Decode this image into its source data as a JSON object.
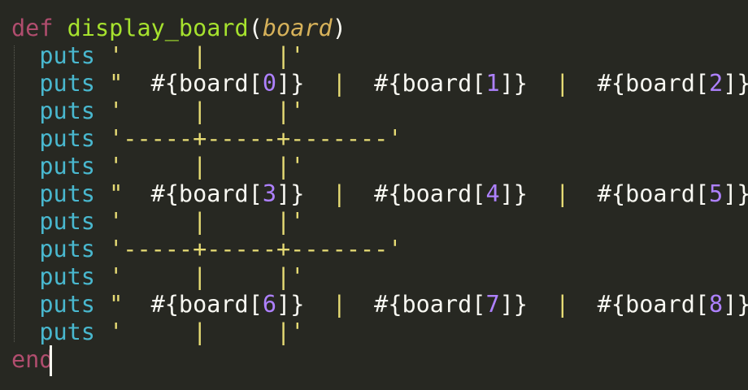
{
  "colors": {
    "background": "#272822",
    "foreground": "#f8f8f2",
    "keyword": "#d33682",
    "function_name": "#a6e22e",
    "parameter": "#fd971f",
    "builtin": "#66d9ef",
    "string": "#e6db74",
    "interpolation": "#f8f8f2",
    "number": "#ae81ff"
  },
  "code": {
    "lines": [
      [
        {
          "t": "def",
          "c": "#b04d6e"
        },
        {
          "t": " ",
          "c": "#f8f8f2"
        },
        {
          "t": "display_board",
          "c": "#a6e22e"
        },
        {
          "t": "(",
          "c": "#f8f8f2"
        },
        {
          "t": "board",
          "c": "#d7b25a",
          "i": true
        },
        {
          "t": ")",
          "c": "#f8f8f2"
        }
      ],
      [
        {
          "t": "  puts",
          "c": "#49b8cf"
        },
        {
          "t": " '",
          "c": "#e6db74"
        },
        {
          "t": "     |     |",
          "c": "#e6db74"
        },
        {
          "t": "'",
          "c": "#e6db74"
        }
      ],
      [
        {
          "t": "  puts",
          "c": "#49b8cf"
        },
        {
          "t": " \"",
          "c": "#e6db74"
        },
        {
          "t": "  #{board[",
          "c": "#f8f8f2"
        },
        {
          "t": "0",
          "c": "#ae81ff"
        },
        {
          "t": "]}",
          "c": "#f8f8f2"
        },
        {
          "t": "  |  ",
          "c": "#e6db74"
        },
        {
          "t": "#{board[",
          "c": "#f8f8f2"
        },
        {
          "t": "1",
          "c": "#ae81ff"
        },
        {
          "t": "]}",
          "c": "#f8f8f2"
        },
        {
          "t": "  |  ",
          "c": "#e6db74"
        },
        {
          "t": "#{board[",
          "c": "#f8f8f2"
        },
        {
          "t": "2",
          "c": "#ae81ff"
        },
        {
          "t": "]}",
          "c": "#f8f8f2"
        },
        {
          "t": " \"",
          "c": "#e6db74"
        }
      ],
      [
        {
          "t": "  puts",
          "c": "#49b8cf"
        },
        {
          "t": " '",
          "c": "#e6db74"
        },
        {
          "t": "     |     |",
          "c": "#e6db74"
        },
        {
          "t": "'",
          "c": "#e6db74"
        }
      ],
      [
        {
          "t": "  puts",
          "c": "#49b8cf"
        },
        {
          "t": " '",
          "c": "#e6db74"
        },
        {
          "t": "-----+-----+-------",
          "c": "#e6db74"
        },
        {
          "t": "'",
          "c": "#e6db74"
        }
      ],
      [
        {
          "t": "  puts",
          "c": "#49b8cf"
        },
        {
          "t": " '",
          "c": "#e6db74"
        },
        {
          "t": "     |     |",
          "c": "#e6db74"
        },
        {
          "t": "'",
          "c": "#e6db74"
        }
      ],
      [
        {
          "t": "  puts",
          "c": "#49b8cf"
        },
        {
          "t": " \"",
          "c": "#e6db74"
        },
        {
          "t": "  #{board[",
          "c": "#f8f8f2"
        },
        {
          "t": "3",
          "c": "#ae81ff"
        },
        {
          "t": "]}",
          "c": "#f8f8f2"
        },
        {
          "t": "  |  ",
          "c": "#e6db74"
        },
        {
          "t": "#{board[",
          "c": "#f8f8f2"
        },
        {
          "t": "4",
          "c": "#ae81ff"
        },
        {
          "t": "]}",
          "c": "#f8f8f2"
        },
        {
          "t": "  |  ",
          "c": "#e6db74"
        },
        {
          "t": "#{board[",
          "c": "#f8f8f2"
        },
        {
          "t": "5",
          "c": "#ae81ff"
        },
        {
          "t": "]}",
          "c": "#f8f8f2"
        },
        {
          "t": " \"",
          "c": "#e6db74"
        }
      ],
      [
        {
          "t": "  puts",
          "c": "#49b8cf"
        },
        {
          "t": " '",
          "c": "#e6db74"
        },
        {
          "t": "     |     |",
          "c": "#e6db74"
        },
        {
          "t": "'",
          "c": "#e6db74"
        }
      ],
      [
        {
          "t": "  puts",
          "c": "#49b8cf"
        },
        {
          "t": " '",
          "c": "#e6db74"
        },
        {
          "t": "-----+-----+-------",
          "c": "#e6db74"
        },
        {
          "t": "'",
          "c": "#e6db74"
        }
      ],
      [
        {
          "t": "  puts",
          "c": "#49b8cf"
        },
        {
          "t": " '",
          "c": "#e6db74"
        },
        {
          "t": "     |     |",
          "c": "#e6db74"
        },
        {
          "t": "'",
          "c": "#e6db74"
        }
      ],
      [
        {
          "t": "  puts",
          "c": "#49b8cf"
        },
        {
          "t": " \"",
          "c": "#e6db74"
        },
        {
          "t": "  #{board[",
          "c": "#f8f8f2"
        },
        {
          "t": "6",
          "c": "#ae81ff"
        },
        {
          "t": "]}",
          "c": "#f8f8f2"
        },
        {
          "t": "  |  ",
          "c": "#e6db74"
        },
        {
          "t": "#{board[",
          "c": "#f8f8f2"
        },
        {
          "t": "7",
          "c": "#ae81ff"
        },
        {
          "t": "]}",
          "c": "#f8f8f2"
        },
        {
          "t": "  |  ",
          "c": "#e6db74"
        },
        {
          "t": "#{board[",
          "c": "#f8f8f2"
        },
        {
          "t": "8",
          "c": "#ae81ff"
        },
        {
          "t": "]}",
          "c": "#f8f8f2"
        },
        {
          "t": " \"",
          "c": "#e6db74"
        }
      ],
      [
        {
          "t": "  puts",
          "c": "#49b8cf"
        },
        {
          "t": " '",
          "c": "#e6db74"
        },
        {
          "t": "     |     |",
          "c": "#e6db74"
        },
        {
          "t": "'",
          "c": "#e6db74"
        }
      ],
      [
        {
          "t": "end",
          "c": "#b04d6e"
        }
      ]
    ]
  }
}
